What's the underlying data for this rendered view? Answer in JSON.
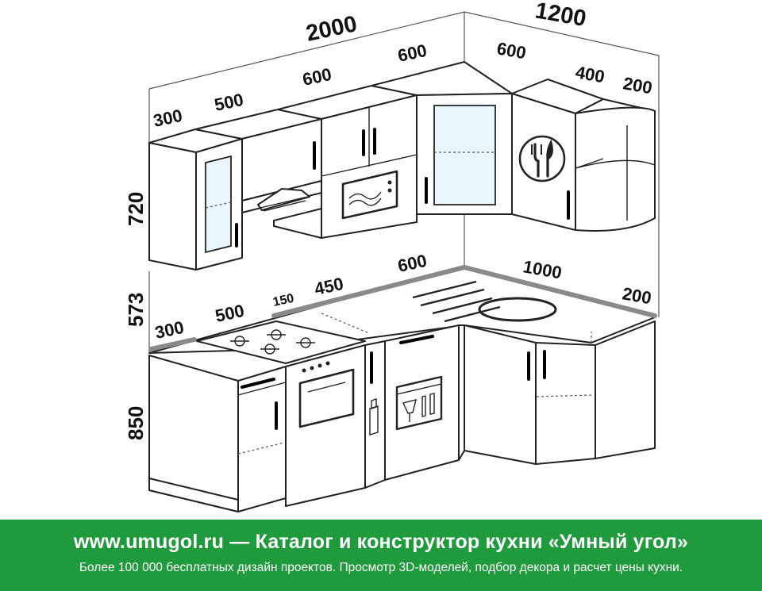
{
  "dimensions": {
    "top_total_left": "2000",
    "top_total_right": "1200",
    "upper": [
      "300",
      "500",
      "600",
      "600",
      "600",
      "400",
      "200"
    ],
    "lower": [
      "300",
      "500",
      "150",
      "450",
      "600",
      "1000",
      "200"
    ],
    "height_upper": "720",
    "height_gap": "573",
    "height_lower": "850"
  },
  "banner": {
    "title": "www.umugol.ru — Каталог и конструктор кухни «Умный угол»",
    "subtitle": "Более 100 000 бесплатных дизайн проектов. Просмотр 3D-моделей, подбор декора и расчет цены кухни."
  },
  "colors": {
    "banner_bg": "#1f9a3c",
    "glass": "#e9f6fb"
  }
}
